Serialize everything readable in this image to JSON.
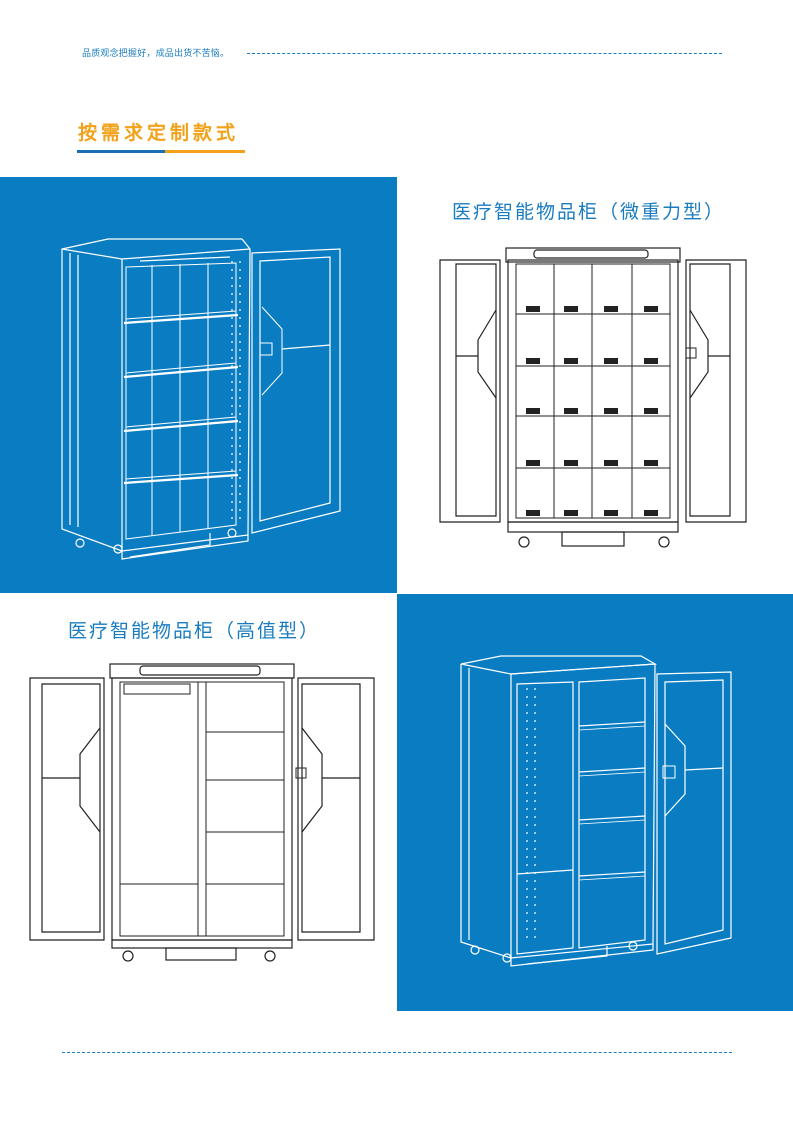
{
  "header": {
    "slogan": "品质观念把握好，成品出货不苦恼。"
  },
  "section": {
    "title": "按需求定制款式"
  },
  "products": [
    {
      "caption": ""
    },
    {
      "caption": "医疗智能物品柜（微重力型）"
    },
    {
      "caption": "医疗智能物品柜（高值型）"
    },
    {
      "caption": ""
    }
  ],
  "colors": {
    "brand_blue": "#0a7dc2",
    "accent_orange": "#f2a21a",
    "line_blue": "#1a7cc0"
  },
  "icons": {
    "cabinet_drawing": "line-art-cabinet"
  }
}
